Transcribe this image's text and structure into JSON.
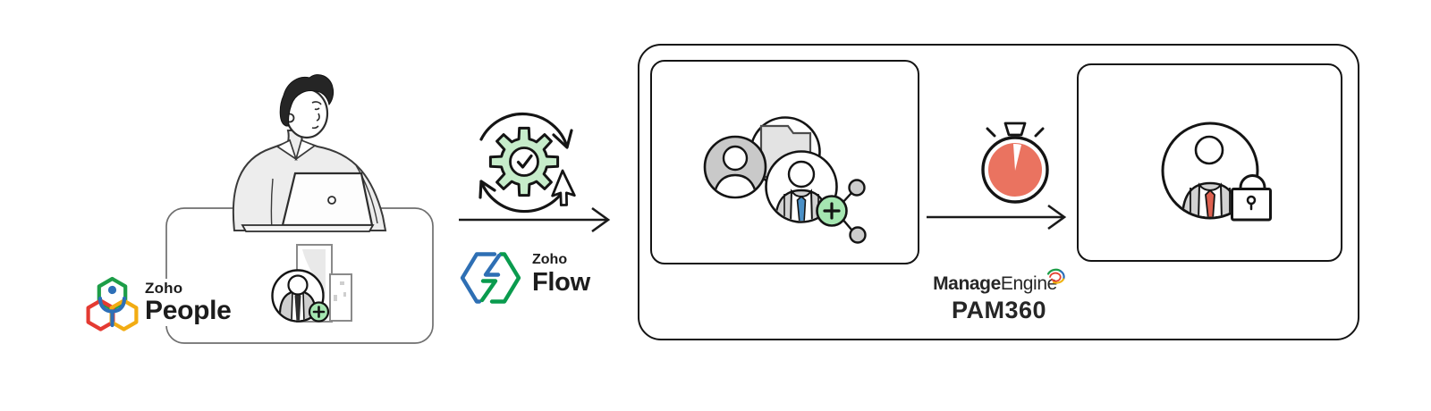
{
  "zoho_people": {
    "brand": "Zoho",
    "product": "People"
  },
  "zoho_flow": {
    "brand": "Zoho",
    "product": "Flow"
  },
  "manageengine": {
    "brand_bold": "Manage",
    "brand_regular": "Engine",
    "product": "PAM360"
  },
  "icons": {
    "person_at_desk": "line-art man typing on laptop",
    "add_user": "user avatar with green plus badge",
    "documents": "two document cards",
    "sync_gear": "green gear with checkmark inside circular sync arrows",
    "cursor": "mouse pointer arrow",
    "zoho_people_logo": "green red yellow hexagons with blue person",
    "zoho_flow_logo": "blue and green hexagon with flow bolt",
    "arrow_right": "thin right arrow",
    "user_group": "two user avatars with folder circle",
    "share_add": "green plus connected to network nodes",
    "timer": "red stopwatch",
    "user_lock": "user avatar with padlock",
    "me_swirl": "multicolor swirl"
  },
  "colors": {
    "background": "#ffffff",
    "outline": "#141414",
    "soft_outline": "#6f6f6f",
    "accent_green": "#a5e6b1",
    "gear_green": "#c6ecca",
    "timer_red": "#ea7360",
    "tie_blue": "#4a90c7",
    "tie_red": "#de604f",
    "gray_fill": "#c9c9c9",
    "light_gray": "#e4e4e4",
    "zoho_green": "#1d9d48",
    "zoho_red": "#e43a32",
    "zoho_yellow": "#f2ac13",
    "zoho_blue": "#2d6fb7",
    "flow_blue": "#2e6fb4",
    "flow_green": "#0a9b4e",
    "text": "#1c1c1c"
  }
}
